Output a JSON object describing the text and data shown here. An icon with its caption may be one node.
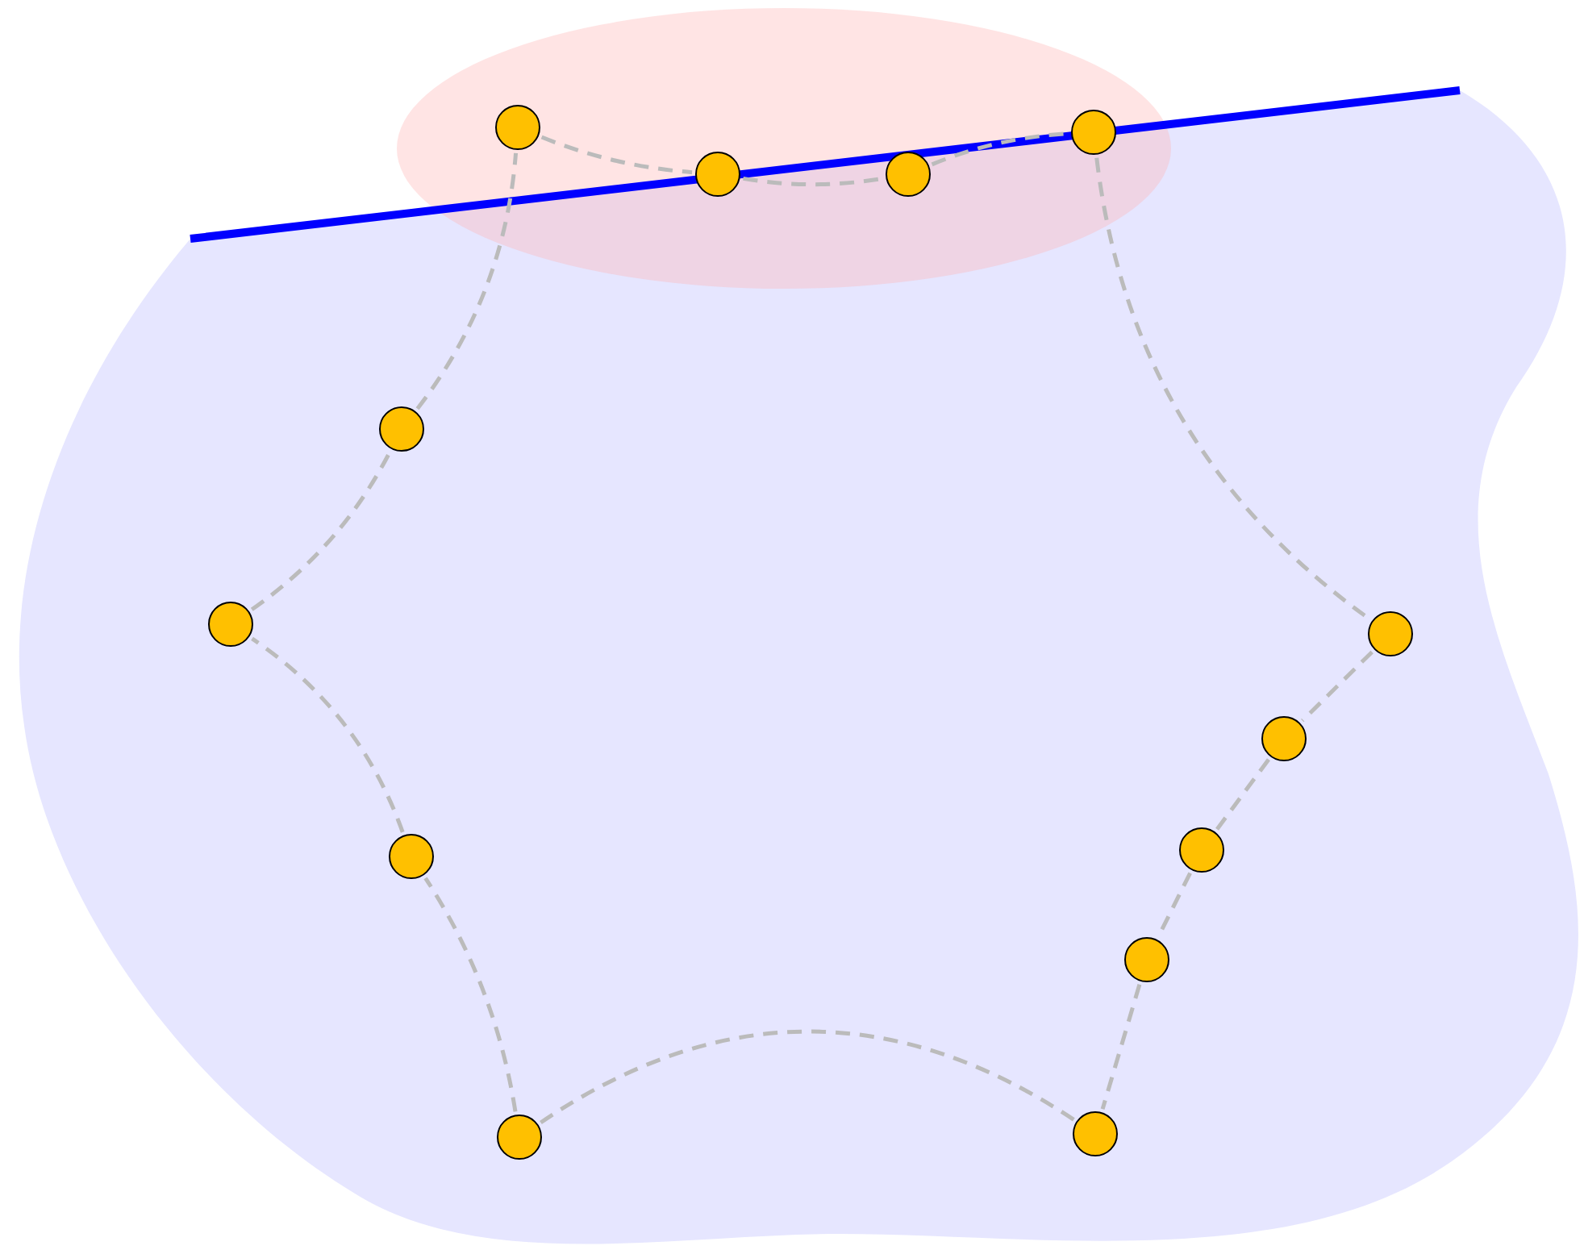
{
  "diagram": {
    "nodes": [
      {
        "text": [],
        "shape": "circle"
      },
      {
        "text": [],
        "shape": "circle"
      },
      {
        "text": [],
        "shape": "circle"
      },
      {
        "text": [],
        "shape": "circle"
      },
      {
        "text": [],
        "shape": "circle"
      },
      {
        "text": [],
        "shape": "circle"
      },
      {
        "text": [],
        "shape": "circle"
      },
      {
        "text": [],
        "shape": "circle"
      },
      {
        "text": [],
        "shape": "circle"
      },
      {
        "text": [],
        "shape": "circle"
      },
      {
        "text": [],
        "shape": "circle"
      },
      {
        "text": [],
        "shape": "circle"
      },
      {
        "text": [],
        "shape": "circle"
      }
    ],
    "edges": [
      {
        "from": 0,
        "to": 1,
        "arrow": "none",
        "style": "dashed"
      },
      {
        "from": 1,
        "to": 2,
        "arrow": "none",
        "style": "dashed"
      },
      {
        "from": 2,
        "to": 3,
        "arrow": "none",
        "style": "dashed"
      },
      {
        "from": 3,
        "to": 4,
        "arrow": "none",
        "style": "dashed"
      },
      {
        "from": 4,
        "to": 5,
        "arrow": "none",
        "style": "dashed"
      },
      {
        "from": 5,
        "to": 6,
        "arrow": "none",
        "style": "dashed"
      },
      {
        "from": 6,
        "to": 7,
        "arrow": "none",
        "style": "dashed"
      },
      {
        "from": 7,
        "to": 8,
        "arrow": "none",
        "style": "dashed"
      },
      {
        "from": 8,
        "to": 9,
        "arrow": "none",
        "style": "dashed"
      },
      {
        "from": 9,
        "to": 10,
        "arrow": "none",
        "style": "dashed"
      },
      {
        "from": 10,
        "to": 11,
        "arrow": "none",
        "style": "dashed"
      },
      {
        "from": 11,
        "to": 12,
        "arrow": "none",
        "style": "dashed"
      },
      {
        "from": 12,
        "to": 0,
        "arrow": "none",
        "style": "dashed"
      }
    ]
  }
}
